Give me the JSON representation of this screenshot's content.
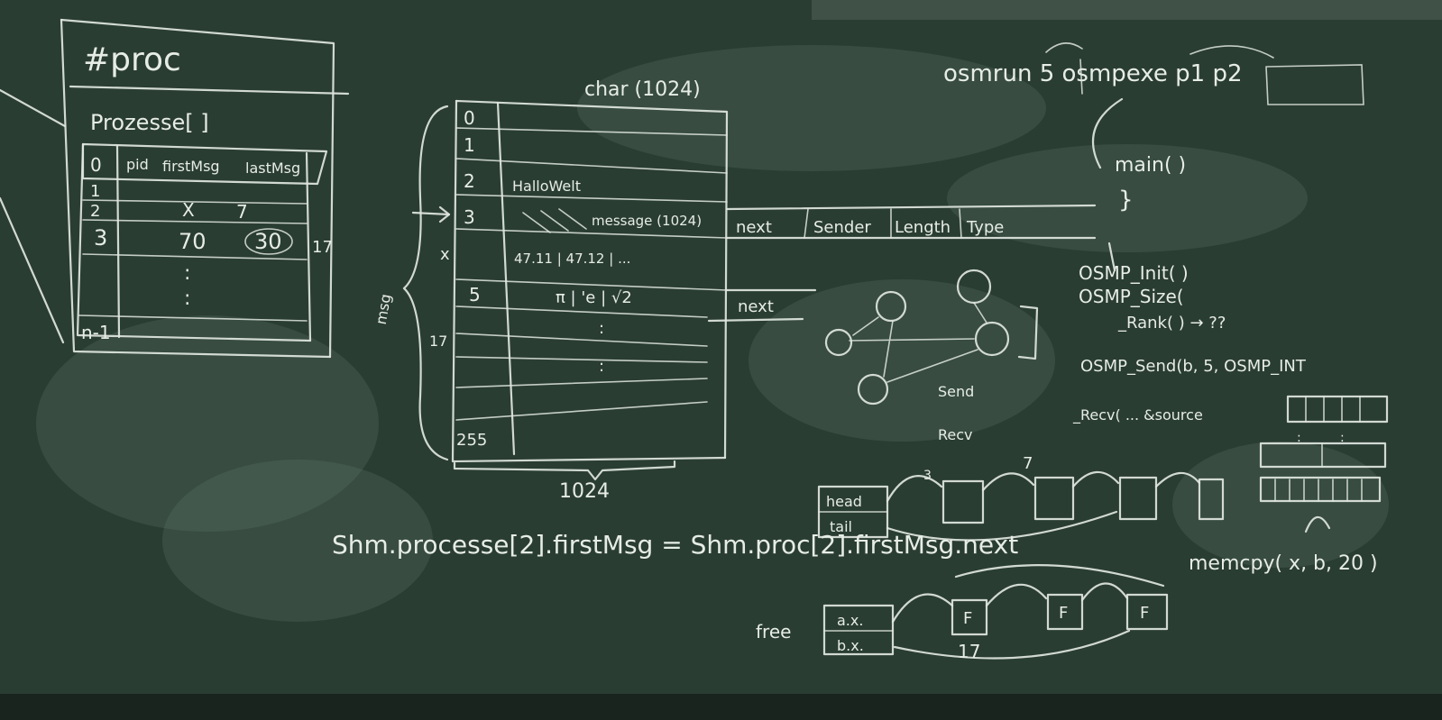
{
  "proc_block": {
    "title": "#proc",
    "array_label": "Prozesse[ ]",
    "headers": [
      "0",
      "pid",
      "firstMsg",
      "lastMsg"
    ],
    "rows": [
      {
        "idx": "1",
        "pid": "",
        "first": "",
        "last": ""
      },
      {
        "idx": "2",
        "pid": "",
        "first": "X",
        "last": "7"
      },
      {
        "idx": "3",
        "pid": "",
        "first": "70",
        "last": "30"
      }
    ],
    "side_value": "17",
    "vdots": ":",
    "last_row": "n-1"
  },
  "shm_block": {
    "char_label": "char (1024)",
    "rows": [
      "0",
      "1",
      "2",
      "3",
      "",
      "5",
      "",
      "",
      "",
      "",
      "255"
    ],
    "row2_text": "HalloWelt",
    "row3_text": "message (1024)",
    "row4_text": "47.11 | 47.12 | ...",
    "row5_text": "π | 'e | √2",
    "side_x": "x",
    "side_17": "17",
    "side_brace": "msg",
    "bottom_label": "1024",
    "struct_fields": [
      "next",
      "Sender",
      "Length",
      "Type"
    ],
    "next2": "next"
  },
  "cmd_block": {
    "command": "osmrun 5 osmpexe p1 p2",
    "main": "main(   )",
    "brace": "}",
    "calls": [
      "OSMP_Init(    )",
      "OSMP_Size(",
      "_Rank(    ) → ??",
      "OSMP_Send(b, 5, OSMP_INT",
      "_Recv( ... &source"
    ],
    "memcpy": "memcpy( x, b, 20 )"
  },
  "graph_labels": {
    "send": "Send",
    "recv": "Recv"
  },
  "lists": {
    "head": "head",
    "tail": "tail",
    "num3": "3",
    "num7": "7",
    "free": "free",
    "ax": "a.x.",
    "bx": "b.x.",
    "f1": "F",
    "f2": "F",
    "f3": "F",
    "num17": "17"
  },
  "equation": "Shm.processe[2].firstMsg = Shm.proc[2].firstMsg.next"
}
